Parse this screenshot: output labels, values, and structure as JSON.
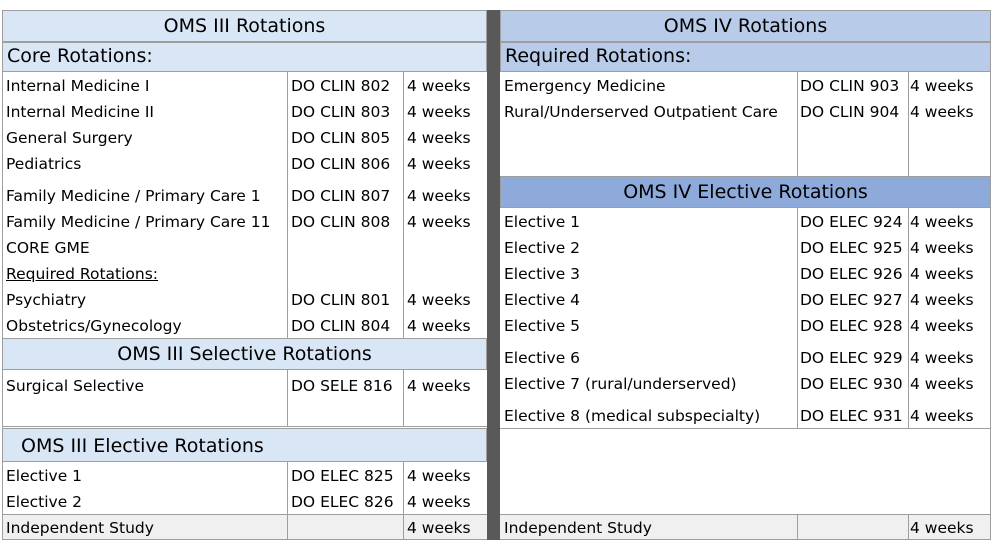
{
  "oms3": {
    "title": "OMS III Rotations",
    "core_header": "Core Rotations:",
    "core_rows": [
      {
        "name": "Internal Medicine I",
        "code": "DO CLIN 802",
        "duration": "4 weeks"
      },
      {
        "name": "Internal Medicine II",
        "code": "DO CLIN 803",
        "duration": "4 weeks"
      },
      {
        "name": "General Surgery",
        "code": "DO CLIN 805",
        "duration": "4 weeks"
      },
      {
        "name": "Pediatrics",
        "code": "DO CLIN 806",
        "duration": "4 weeks"
      },
      {
        "name": "Family Medicine / Primary Care 1",
        "code": "DO CLIN 807",
        "duration": "4 weeks"
      },
      {
        "name": "Family Medicine / Primary Care 11",
        "code": "DO CLIN 808",
        "duration": "4 weeks"
      },
      {
        "name": "CORE GME",
        "code": "",
        "duration": ""
      }
    ],
    "required_label": "Required Rotations:",
    "required_rows": [
      {
        "name": "Psychiatry",
        "code": "DO CLIN 801",
        "duration": "4 weeks"
      },
      {
        "name": "Obstetrics/Gynecology",
        "code": "DO CLIN 804",
        "duration": "4 weeks"
      }
    ],
    "selective_header": "OMS III Selective Rotations",
    "selective_rows": [
      {
        "name": "Surgical Selective",
        "code": "DO SELE 816",
        "duration": "4 weeks"
      }
    ],
    "elective_header": "OMS III Elective Rotations",
    "elective_rows": [
      {
        "name": "Elective 1",
        "code": "DO ELEC 825",
        "duration": "4 weeks"
      },
      {
        "name": "Elective 2",
        "code": "DO ELEC 826",
        "duration": "4 weeks"
      }
    ],
    "independent": {
      "name": "Independent Study",
      "code": "",
      "duration": "4 weeks"
    }
  },
  "oms4": {
    "title": "OMS IV Rotations",
    "required_header": "Required Rotations:",
    "required_rows": [
      {
        "name": "Emergency Medicine",
        "code": "DO CLIN 903",
        "duration": "4 weeks"
      },
      {
        "name": "Rural/Underserved Outpatient Care",
        "code": "DO CLIN 904",
        "duration": "4 weeks"
      }
    ],
    "elective_header": "OMS IV Elective Rotations",
    "elective_rows": [
      {
        "name": "Elective 1",
        "code": "DO ELEC 924",
        "duration": "4 weeks"
      },
      {
        "name": "Elective 2",
        "code": "DO ELEC 925",
        "duration": "4 weeks"
      },
      {
        "name": "Elective 3",
        "code": "DO ELEC 926",
        "duration": "4 weeks"
      },
      {
        "name": "Elective 4",
        "code": "DO ELEC 927",
        "duration": "4 weeks"
      },
      {
        "name": "Elective 5",
        "code": "DO ELEC 928",
        "duration": "4 weeks"
      },
      {
        "name": "Elective 6",
        "code": "DO ELEC 929",
        "duration": "4 weeks"
      },
      {
        "name": "Elective 7 (rural/underserved)",
        "code": "DO ELEC 930",
        "duration": "4 weeks"
      },
      {
        "name": "Elective 8 (medical subspecialty)",
        "code": "DO ELEC 931",
        "duration": "4 weeks"
      }
    ],
    "independent": {
      "name": "Independent Study",
      "code": "",
      "duration": "4 weeks"
    }
  }
}
